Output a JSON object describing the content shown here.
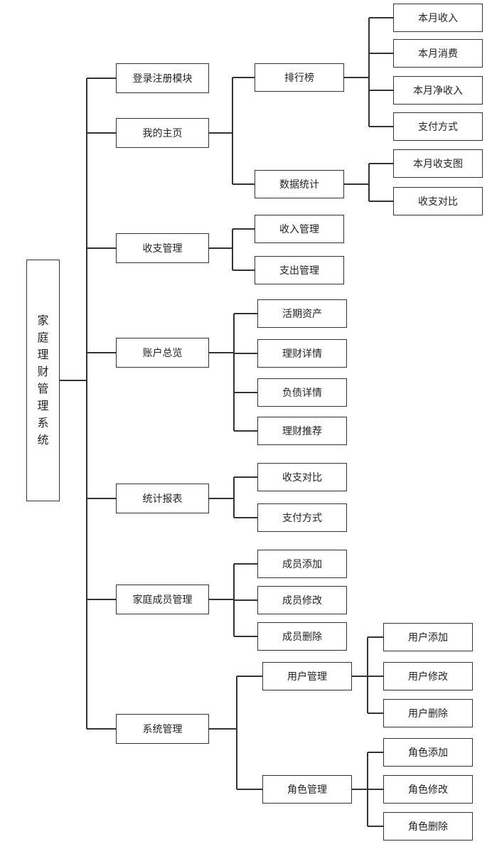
{
  "diagram": {
    "root": {
      "label": "家庭理财管理系统"
    },
    "level1": [
      {
        "id": "login",
        "label": "登录注册模块"
      },
      {
        "id": "home",
        "label": "我的主页"
      },
      {
        "id": "income-expense",
        "label": "收支管理"
      },
      {
        "id": "accounts",
        "label": "账户总览"
      },
      {
        "id": "reports",
        "label": "统计报表"
      },
      {
        "id": "family",
        "label": "家庭成员管理"
      },
      {
        "id": "system",
        "label": "系统管理"
      }
    ],
    "level2": [
      {
        "id": "ranking",
        "parent": "home",
        "label": "排行榜"
      },
      {
        "id": "stats",
        "parent": "home",
        "label": "数据统计"
      },
      {
        "id": "income-mgmt",
        "parent": "income-expense",
        "label": "收入管理"
      },
      {
        "id": "expense-mgmt",
        "parent": "income-expense",
        "label": "支出管理"
      },
      {
        "id": "current-assets",
        "parent": "accounts",
        "label": "活期资产"
      },
      {
        "id": "wealth-detail",
        "parent": "accounts",
        "label": "理财详情"
      },
      {
        "id": "debt-detail",
        "parent": "accounts",
        "label": "负债详情"
      },
      {
        "id": "wealth-recommend",
        "parent": "accounts",
        "label": "理财推荐"
      },
      {
        "id": "report-compare",
        "parent": "reports",
        "label": "收支对比"
      },
      {
        "id": "report-payment",
        "parent": "reports",
        "label": "支付方式"
      },
      {
        "id": "member-add",
        "parent": "family",
        "label": "成员添加"
      },
      {
        "id": "member-edit",
        "parent": "family",
        "label": "成员修改"
      },
      {
        "id": "member-delete",
        "parent": "family",
        "label": "成员删除"
      },
      {
        "id": "user-mgmt",
        "parent": "system",
        "label": "用户管理"
      },
      {
        "id": "role-mgmt",
        "parent": "system",
        "label": "角色管理"
      }
    ],
    "level3": [
      {
        "id": "month-income",
        "parent": "ranking",
        "label": "本月收入"
      },
      {
        "id": "month-spend",
        "parent": "ranking",
        "label": "本月消费"
      },
      {
        "id": "month-net",
        "parent": "ranking",
        "label": "本月净收入"
      },
      {
        "id": "pay-method",
        "parent": "ranking",
        "label": "支付方式"
      },
      {
        "id": "month-chart",
        "parent": "stats",
        "label": "本月收支图"
      },
      {
        "id": "stats-compare",
        "parent": "stats",
        "label": "收支对比"
      },
      {
        "id": "user-add",
        "parent": "user-mgmt",
        "label": "用户添加"
      },
      {
        "id": "user-edit",
        "parent": "user-mgmt",
        "label": "用户修改"
      },
      {
        "id": "user-delete",
        "parent": "user-mgmt",
        "label": "用户删除"
      },
      {
        "id": "role-add",
        "parent": "role-mgmt",
        "label": "角色添加"
      },
      {
        "id": "role-edit",
        "parent": "role-mgmt",
        "label": "角色修改"
      },
      {
        "id": "role-delete",
        "parent": "role-mgmt",
        "label": "角色删除"
      }
    ]
  }
}
